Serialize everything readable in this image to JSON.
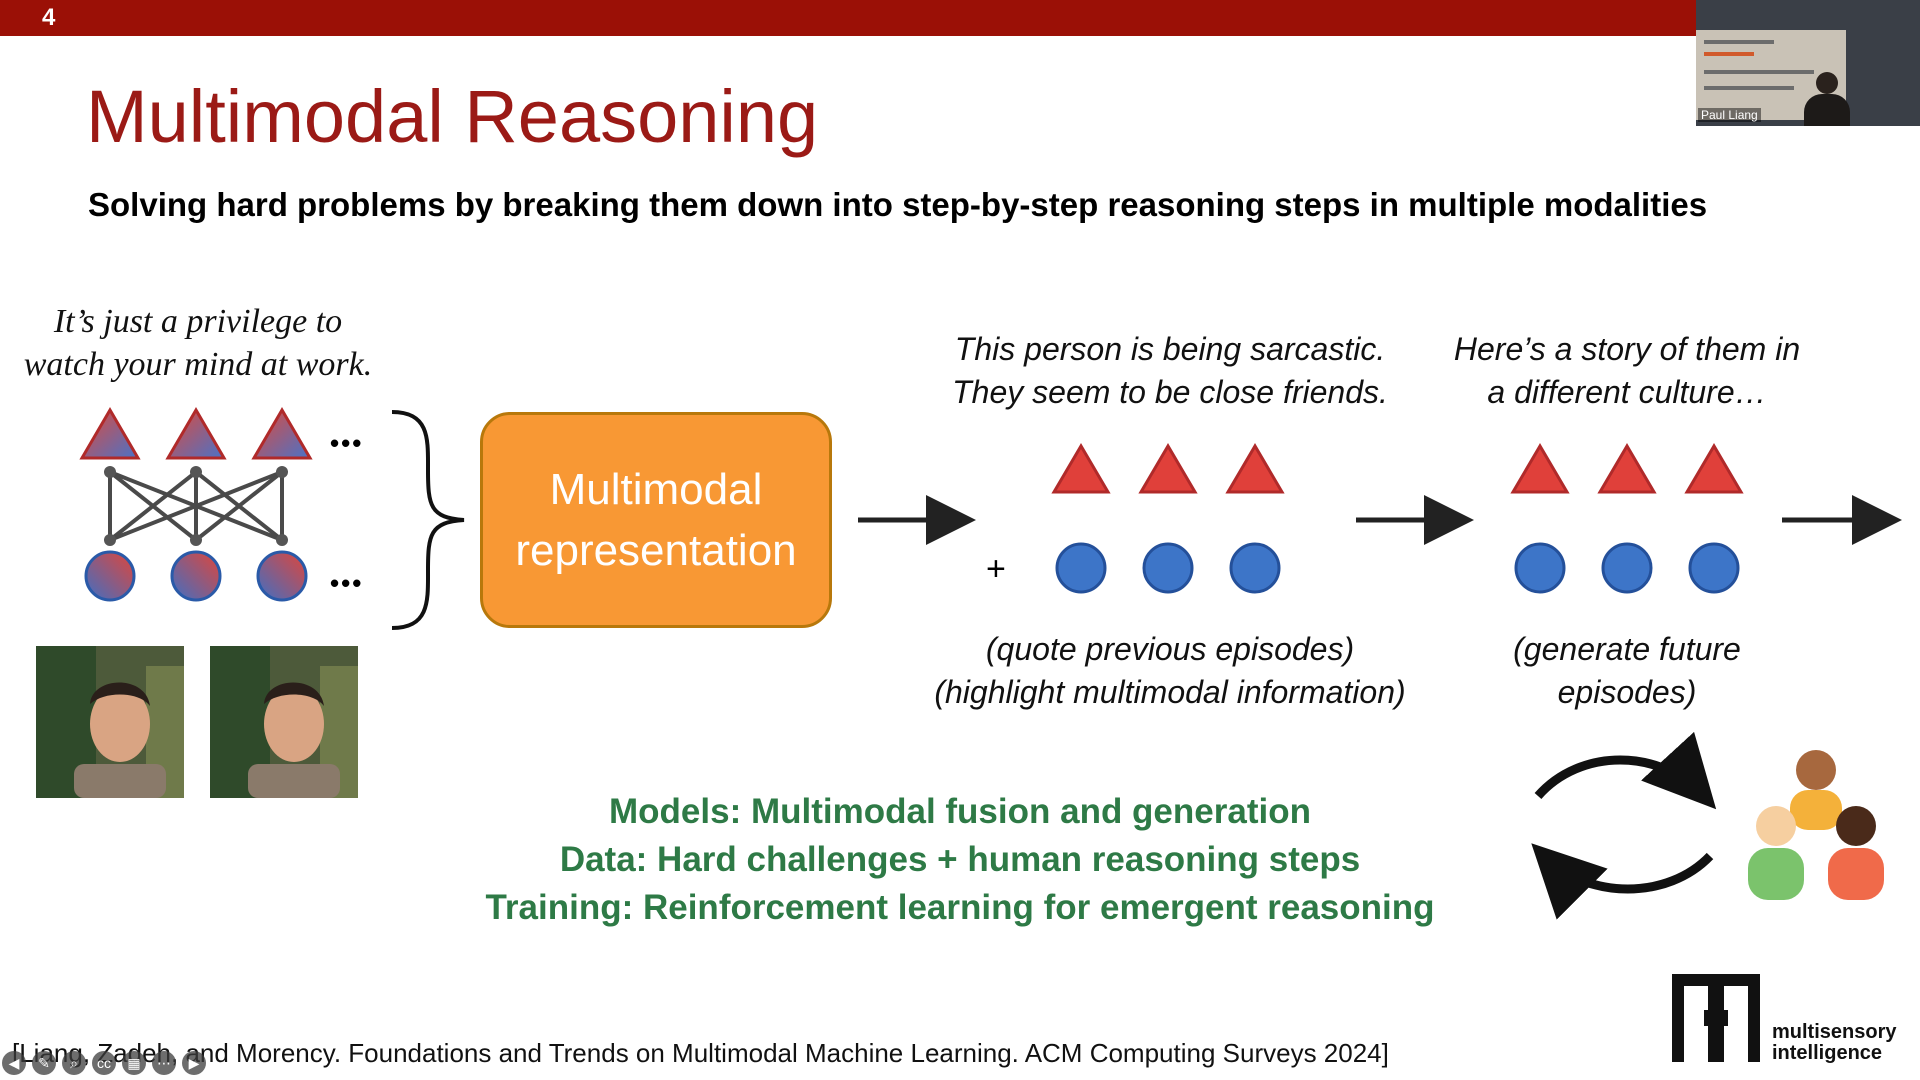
{
  "slide": {
    "number": "4",
    "title": "Multimodal Reasoning",
    "subtitle": "Solving hard problems by breaking them down into step-by-step reasoning steps in multiple modalities"
  },
  "webcam": {
    "speaker_name": "Paul Liang"
  },
  "left_quote": [
    "It’s just a privilege to",
    "watch your mind at work."
  ],
  "ellipsis": "•••",
  "representation_box": [
    "Multimodal",
    "representation"
  ],
  "step1": {
    "caption": [
      "This person is being sarcastic.",
      "They seem to be close friends."
    ],
    "plus": "+",
    "note": [
      "(quote previous episodes)",
      "(highlight multimodal information)"
    ]
  },
  "step2": {
    "caption": [
      "Here’s a story of them in",
      "a different culture…"
    ],
    "note": [
      "(generate future",
      "episodes)"
    ]
  },
  "bottom_lines": [
    "Models: Multimodal fusion and generation",
    "Data: Hard challenges + human reasoning steps",
    "Training: Reinforcement learning for emergent reasoning"
  ],
  "citation": "[Liang, Zadeh, and Morency. Foundations and Trends on Multimodal Machine Learning. ACM Computing Surveys 2024]",
  "logo": {
    "line1": "multisensory",
    "line2": "intelligence"
  },
  "controls": [
    {
      "icon": "back-arrow-icon",
      "glyph": "◀"
    },
    {
      "icon": "pen-icon",
      "glyph": "✎"
    },
    {
      "icon": "zoom-icon",
      "glyph": "⌕"
    },
    {
      "icon": "captions-icon",
      "glyph": "cc"
    },
    {
      "icon": "slides-icon",
      "glyph": "▦"
    },
    {
      "icon": "more-icon",
      "glyph": "⋯"
    },
    {
      "icon": "forward-arrow-icon",
      "glyph": "▶"
    }
  ],
  "colors": {
    "header_bar": "#9b1006",
    "title": "#9b1a16",
    "box_fill": "#f89834",
    "triangle_red": "#e0403a",
    "circle_blue": "#3d75c8",
    "bottom_text": "#2e7a46"
  }
}
